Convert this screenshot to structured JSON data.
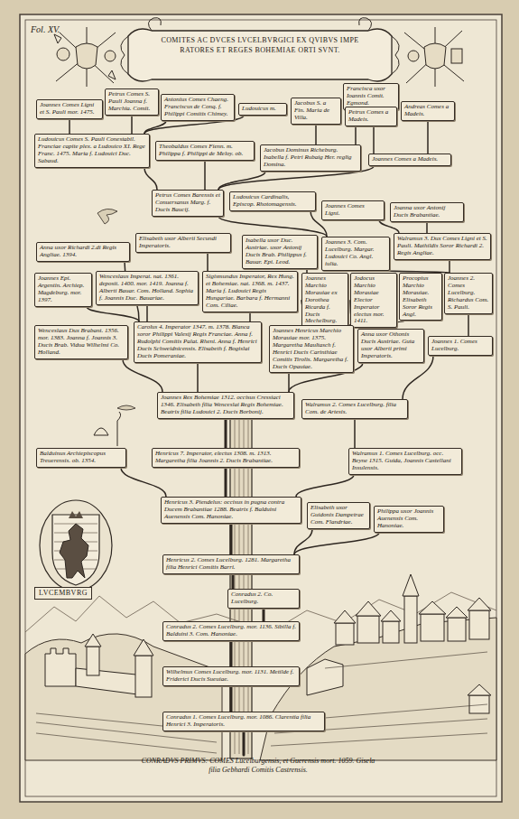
{
  "diagram": {
    "title": "COMITES AC DVCES LVCELBVRGICI EX QVIBVS IMPE RATORES ET REGES BOHEMIAE ORTI SVNT.",
    "nodes": [
      {
        "text": [
          "Joannes Comes Ligni et S. Pauli mor. 1475."
        ]
      },
      {
        "text": [
          "Petrus Comes S. Pauli Joanna f. Marchia. Comit."
        ]
      },
      {
        "text": [
          "Antonius Comes Chaeng. Franciscus de Conq. f. Philippi Comitis Chimey."
        ]
      },
      {
        "text": [
          "Ludouicus m."
        ]
      },
      {
        "text": [
          "Jacobus S. a Fin. Maria de Villa."
        ]
      },
      {
        "text": [
          "Francisca uxor Ioannis Comit. Egmond."
        ]
      },
      {
        "text": [
          "Petrus Comes a Madeis."
        ]
      },
      {
        "text": [
          "Andreas Comes a Madeis."
        ]
      },
      {
        "text": [
          "Ludouicus Comes S. Pauli Conestabil. Franciae capite plex. a Ludouico XI. Rege Franc. 1475. Maria f. Ludouici Duc. Sabaud."
        ]
      },
      {
        "text": [
          "Theobaldus Comes Fienn. m. Philippa f. Philippi de Meloy. ob."
        ]
      },
      {
        "text": [
          "Jacobus Dominus Richeburg. Isabella f. Petri Rubaig Her. reglig Domina."
        ]
      },
      {
        "text": [
          "Joannes Comes a Madeis."
        ]
      },
      {
        "text": [
          "Petrus Comes Barensis et Conuersanus Marg. f. Ducis Baucij."
        ]
      },
      {
        "text": [
          "Ludouicus Cardinalis, Episcop. Rhotomagensis."
        ]
      },
      {
        "text": [
          "Joannes Comes Ligni."
        ]
      },
      {
        "text": [
          "Joanna uxor Antonij Ducis Brabantiae."
        ]
      },
      {
        "text": [
          "Anna uxor Richardi 2.di Regis Angliae. 1394."
        ]
      },
      {
        "text": [
          "Elisabeth uxor Alberti Secundi Imperatoris."
        ]
      },
      {
        "text": [
          "Isabella uxor Duc. Austriae. uxor Antonij Ducis Brab. Philippus f. Bauar. Epi. Leod."
        ]
      },
      {
        "text": [
          "Joannes 3. Com. Lucelburg. Margar. Ludouici Co. Angl. iulia."
        ]
      },
      {
        "text": [
          "Walramus 3. Dux Comes Ligni et S. Pauli. Mathildis Soror Richardi 2. Regis Angliae."
        ]
      },
      {
        "text": [
          "Joannes Epi. Argentin. Archiep. Magdeburg. mor. 1397."
        ]
      },
      {
        "text": [
          "Wenceslaus Imperat. nat. 1361. deposit. 1400. mor. 1419. Joanna f. Alberti Bauar. Com. Holland. Sophia f. Joannis Duc. Bauariae."
        ]
      },
      {
        "text": [
          "Sigismundus Imperator, Rex Hung. et Bohemiae. nat. 1368. m. 1437. Maria f. Ludouici Regis Hungariae. Barbara f. Hermanni Com. Ciliae."
        ]
      },
      {
        "text": [
          "Joannes Marchio Morauiae ex Dorothea Ricarda f. Ducis Mechelburg."
        ]
      },
      {
        "text": [
          "Jodocus Marchio Morauiae Elector Imperator electus mor. 1411."
        ]
      },
      {
        "text": [
          "Procopius Marchio Morauiae. Elisabeth Soror Regis Angl."
        ]
      },
      {
        "text": [
          "Joannes 2. Comes Lucelburg. Richardus Com. S. Pauli."
        ]
      },
      {
        "text": [
          "Wenceslaus Dux Brabant. 1356. mor. 1383. Joanna f. Joannis 3. Ducis Brab. Vidua Wilhelmi Co. Holland."
        ]
      },
      {
        "text": [
          "Carolus 4. Imperator 1347. m. 1378. Blanca soror Philippi Valesij Regis Franciae. Anna f. Rudolphi Comitis Palat. Rheni. Anna f. Henrici Ducis Schweidnicensis. Elisabeth f. Bogislai Ducis Pomeraniae."
        ]
      },
      {
        "text": [
          "Joannes Henricus Marchio Morauiae mor. 1375. Margaretha Maultasch f. Henrici Ducis Carinthiae Comitis Tirolis. Margaretha f. Ducis Opauiae."
        ]
      },
      {
        "text": [
          "Anna uxor Othonis Ducis Austriae. Guta uxor Alberti primi Imperatoris."
        ]
      },
      {
        "text": [
          "Joannes 1. Comes Lucelburg."
        ]
      },
      {
        "text": [
          "Joannes Rex Bohemiae 1312. occisus Cressiaci 1346. Elisabeth filia Wenceslai Regis Bohemiae. Beatrix filia Ludouici 2. Ducis Borbonij."
        ]
      },
      {
        "text": [
          "Walramus 2. Comes Lucelburg. filia Com. de Artesis."
        ]
      },
      {
        "text": [
          "Balduinus Archiepiscopus Treuerensis. ob. 1354."
        ]
      },
      {
        "text": [
          "Henricus 7. Imperator, electus 1308. m. 1313. Margaretha filia Joannis 2. Ducis Brabantiae."
        ]
      },
      {
        "text": [
          "Walramus 1. Comes Lucelburg. occ. Beyne 1315. Guida, Joannis Castellani Insulensis."
        ]
      },
      {
        "text": [
          "Henricus 3. Piendelus: occisus in pugna contra Ducem Brabantiae 1288. Beatrix f. Balduini Auenensis Com. Hanoniae."
        ]
      },
      {
        "text": [
          "Elisabeth uxor Guidonis Dampetrae Com. Flandriae."
        ]
      },
      {
        "text": [
          "Philippa uxor Joannis Auenensis Com. Hanoniae."
        ]
      },
      {
        "text": [
          "Henricus 2. Comes Lucelburg. 1281. Margaretha filia Henrici Comitis Barri."
        ]
      },
      {
        "text": [
          "Conradus 2. Co. Lucelburg."
        ]
      },
      {
        "text": [
          "Conradus 2. Comes Lucelburg. mor. 1136. Sibilla f. Balduini 3. Com. Hanoniae."
        ]
      },
      {
        "text": [
          "Wilhelmus Comes Lucelburg. mor. 1131. Metilde f. Friderici Ducis Sueuiae."
        ]
      },
      {
        "text": [
          "Conradus 1. Comes Lucelburg. mor. 1086. Clarentia filia Henrici 3. Imperatoris."
        ]
      },
      {
        "text": [
          "CONRADVS PRIMVS: COMES Lucelburgensis, et Guerensis mort. 1059. Gisela filia Gebhardi Comitis Castrensis."
        ]
      }
    ],
    "edges": [
      {
        "from": 46,
        "to": 45,
        "arrow": "none"
      },
      {
        "from": 45,
        "to": 44,
        "arrow": "none"
      },
      {
        "from": 44,
        "to": 43,
        "arrow": "none"
      },
      {
        "from": 43,
        "to": 42,
        "arrow": "none"
      },
      {
        "from": 42,
        "to": 41,
        "arrow": "none"
      },
      {
        "from": 41,
        "to": 38,
        "arrow": "none"
      },
      {
        "from": 38,
        "to": 36,
        "arrow": "none"
      },
      {
        "from": 36,
        "to": 33,
        "arrow": "none"
      },
      {
        "from": 38,
        "to": 35,
        "arrow": "none"
      },
      {
        "from": 38,
        "to": 37,
        "arrow": "none"
      },
      {
        "from": 41,
        "to": 39,
        "arrow": "none"
      },
      {
        "from": 41,
        "to": 40,
        "arrow": "none"
      },
      {
        "from": 37,
        "to": 34,
        "arrow": "none"
      },
      {
        "from": 33,
        "to": 29,
        "arrow": "none"
      },
      {
        "from": 33,
        "to": 28,
        "arrow": "none"
      },
      {
        "from": 33,
        "to": 30,
        "arrow": "none"
      },
      {
        "from": 33,
        "to": 31,
        "arrow": "none"
      },
      {
        "from": 34,
        "to": 32,
        "arrow": "none"
      },
      {
        "from": 29,
        "to": 22,
        "arrow": "none"
      },
      {
        "from": 29,
        "to": 23,
        "arrow": "none"
      },
      {
        "from": 29,
        "to": 21,
        "arrow": "none"
      },
      {
        "from": 29,
        "to": 16,
        "arrow": "none"
      },
      {
        "from": 23,
        "to": 17,
        "arrow": "none"
      },
      {
        "from": 24,
        "to": 18,
        "arrow": "none"
      },
      {
        "from": 30,
        "to": 24,
        "arrow": "none"
      },
      {
        "from": 30,
        "to": 25,
        "arrow": "none"
      },
      {
        "from": 30,
        "to": 26,
        "arrow": "none"
      },
      {
        "from": 32,
        "to": 27,
        "arrow": "none"
      },
      {
        "from": 27,
        "to": 19,
        "arrow": "none"
      },
      {
        "from": 27,
        "to": 20,
        "arrow": "none"
      },
      {
        "from": 19,
        "to": 12,
        "arrow": "none"
      },
      {
        "from": 19,
        "to": 13,
        "arrow": "none"
      },
      {
        "from": 20,
        "to": 14,
        "arrow": "none"
      },
      {
        "from": 20,
        "to": 15,
        "arrow": "none"
      },
      {
        "from": 12,
        "to": 8,
        "arrow": "none"
      },
      {
        "from": 12,
        "to": 9,
        "arrow": "none"
      },
      {
        "from": 12,
        "to": 10,
        "arrow": "none"
      },
      {
        "from": 12,
        "to": 11,
        "arrow": "none"
      },
      {
        "from": 8,
        "to": 0,
        "arrow": "none"
      },
      {
        "from": 8,
        "to": 1,
        "arrow": "none"
      },
      {
        "from": 8,
        "to": 2,
        "arrow": "none"
      },
      {
        "from": 8,
        "to": 3,
        "arrow": "none"
      },
      {
        "from": 10,
        "to": 4,
        "arrow": "none"
      },
      {
        "from": 10,
        "to": 5,
        "arrow": "none"
      },
      {
        "from": 11,
        "to": 6,
        "arrow": "none"
      },
      {
        "from": 11,
        "to": 7,
        "arrow": "none"
      }
    ],
    "labels": [
      "Fol. XV.",
      "LVCEMBVRG"
    ]
  }
}
